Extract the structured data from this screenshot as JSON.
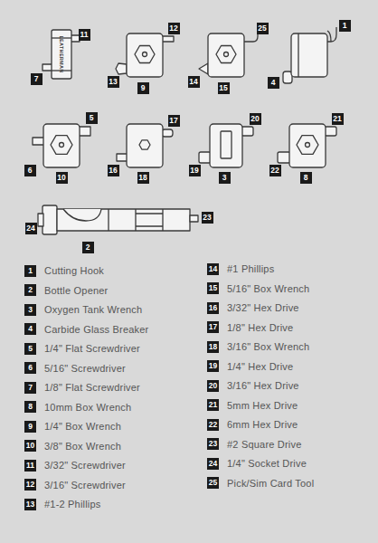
{
  "diagram": {
    "labels": [
      "LEATHERMAN",
      "11",
      "7",
      "12",
      "13",
      "9",
      "25",
      "14",
      "15",
      "1",
      "4",
      "5",
      "6",
      "10",
      "17",
      "16",
      "18",
      "20",
      "19",
      "3",
      "21",
      "22",
      "8",
      "24",
      "23",
      "2",
      "1",
      "Cutting Hook",
      "2",
      "Bottle Opener",
      "3",
      "Oxygen Tank Wrench",
      "4",
      "Carbide Glass Breaker",
      "5",
      "1/4\" Flat Screwdriver",
      "6",
      "5/16\" Screwdriver",
      "7",
      "1/8\" Flat Screwdriver",
      "8",
      "10mm Box Wrench",
      "9",
      "1/4\" Box Wrench",
      "10",
      "3/8\" Box Wrench",
      "11",
      "3/32\" Screwdriver",
      "12",
      "3/16\" Screwdriver",
      "13",
      "#1-2 Phillips",
      "14",
      "#1 Phillips",
      "15",
      "5/16\" Box Wrench",
      "16",
      "3/32\" Hex Drive",
      "17",
      "1/8\" Hex Drive",
      "18",
      "3/16\" Box Wrench",
      "19",
      "1/4\" Hex Drive",
      "20",
      "3/16\" Hex Drive",
      "21",
      "5mm Hex Drive",
      "22",
      "6mm Hex Drive",
      "23",
      "#2 Square Drive",
      "24",
      "1/4\" Socket Drive",
      "25",
      "Pick/Sim Card Tool"
    ]
  }
}
